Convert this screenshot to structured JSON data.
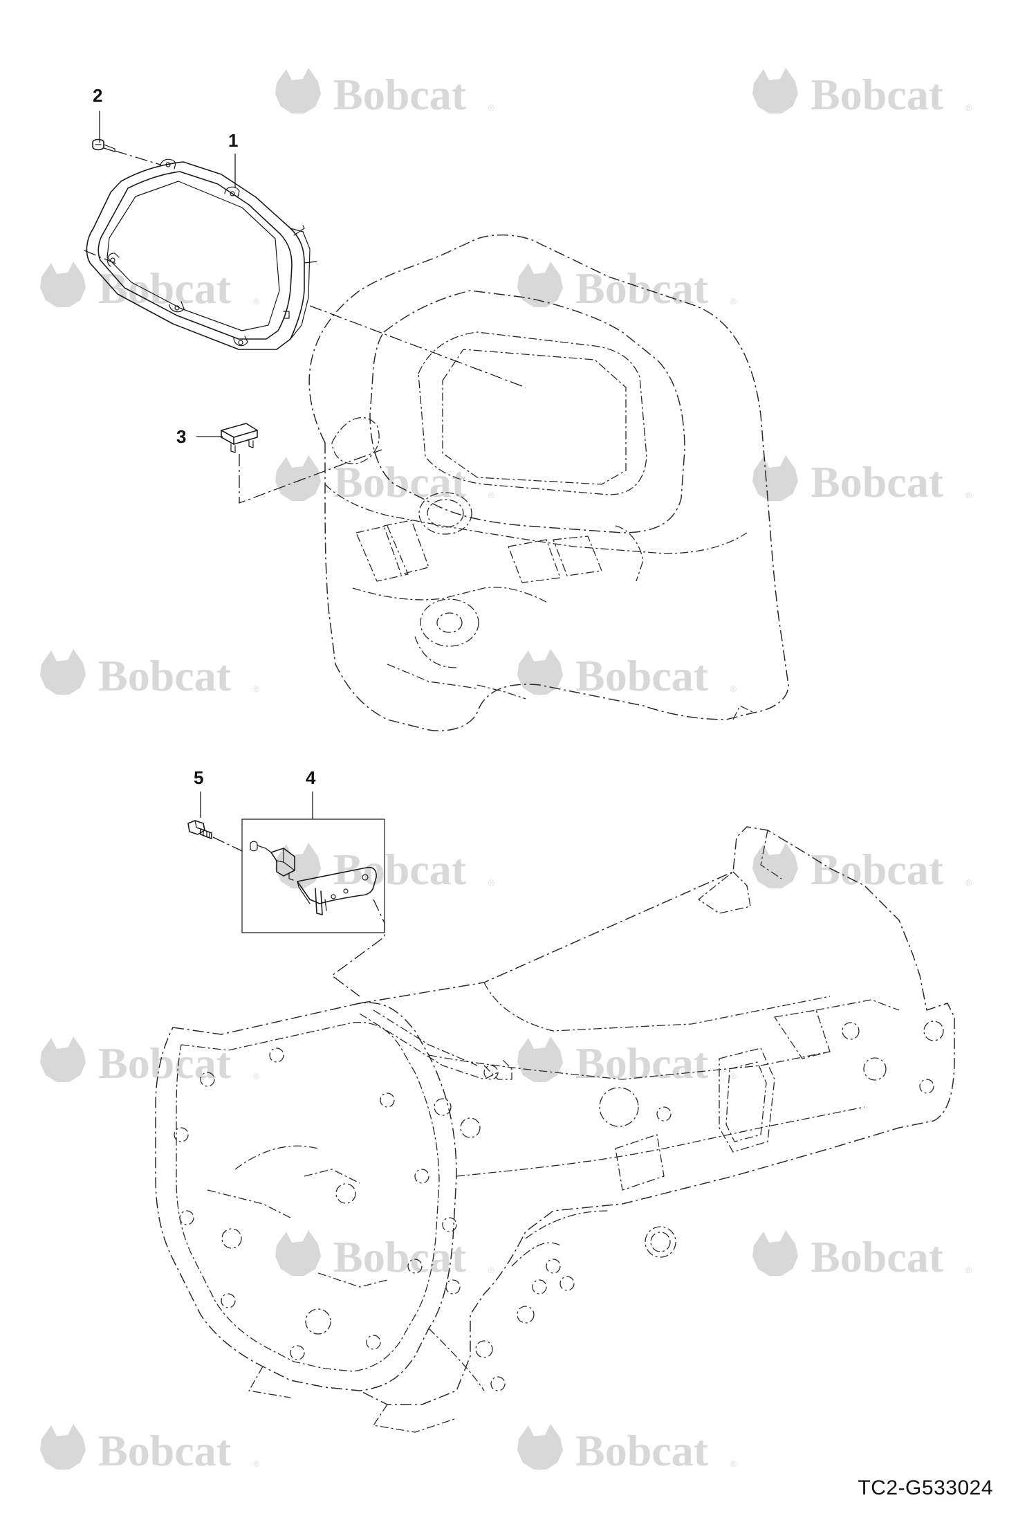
{
  "watermark": {
    "brand_text": "Bobcat",
    "registered_mark": "®",
    "color": "#d8d8d8"
  },
  "callouts": [
    {
      "id": "1",
      "label": "1"
    },
    {
      "id": "2",
      "label": "2"
    },
    {
      "id": "3",
      "label": "3"
    },
    {
      "id": "4",
      "label": "4"
    },
    {
      "id": "5",
      "label": "5"
    }
  ],
  "drawing_number": "TC2-G533024",
  "colors": {
    "line": "#1a1a1a",
    "background": "#ffffff"
  }
}
